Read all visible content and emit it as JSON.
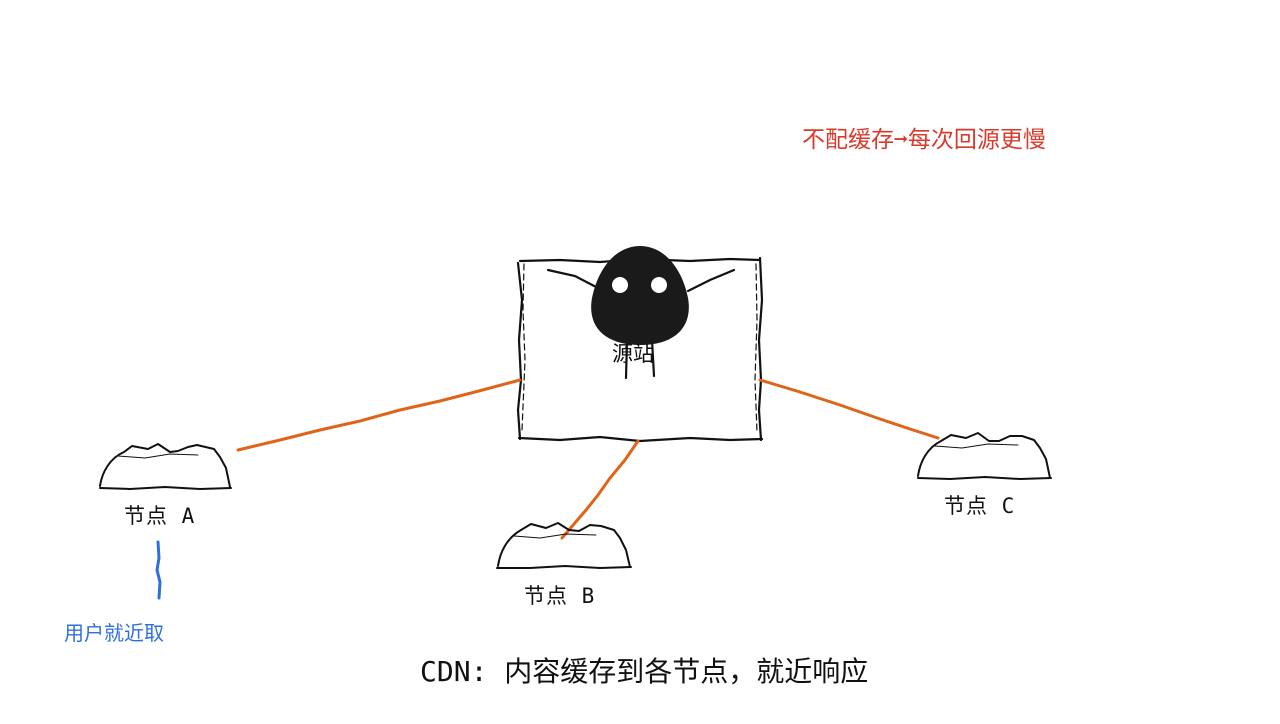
{
  "diagram": {
    "origin": {
      "label": "源站"
    },
    "nodes": [
      {
        "label": "节点 A"
      },
      {
        "label": "节点 B"
      },
      {
        "label": "节点 C"
      }
    ],
    "annotations": {
      "no_cache_warning": "不配缓存➞每次回源更慢",
      "user_nearby": "用户就近取"
    },
    "caption": "CDN: 内容缓存到各节点，就近响应"
  },
  "colors": {
    "ink": "#111111",
    "link": "#e06418",
    "warning": "#d93a2b",
    "user_arrow": "#2f6fdc",
    "mascot": "#1a1a1a"
  }
}
